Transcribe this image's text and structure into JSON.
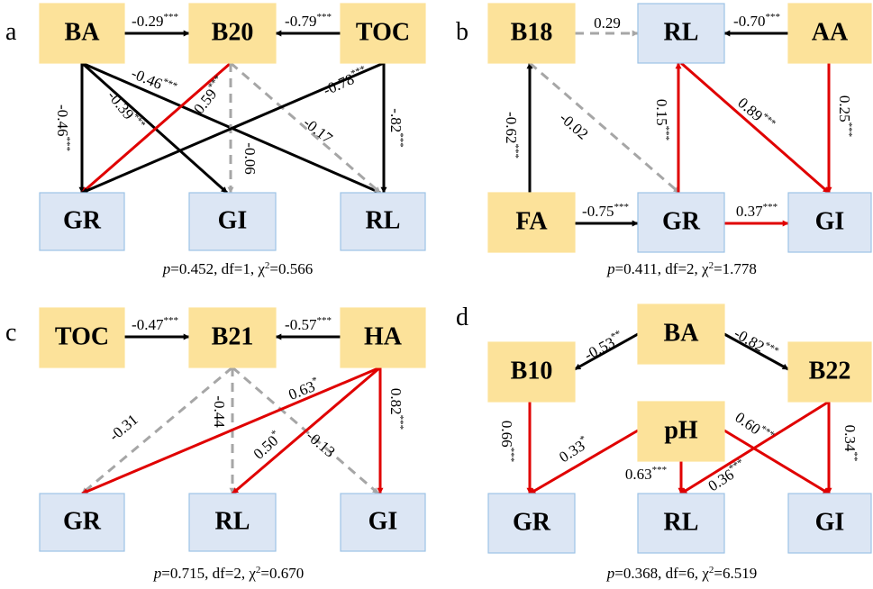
{
  "colors": {
    "predictor_fill": "#FCE29A",
    "response_fill": "#DCE6F4",
    "response_stroke": "#9DC3E6",
    "path_negative": "#000000",
    "path_positive": "#E00000",
    "path_nonsig": "#A6A6A6"
  },
  "panels": {
    "a": {
      "letter": "a",
      "nodes": {
        "BA": "BA",
        "B20": "B20",
        "TOC": "TOC",
        "GR": "GR",
        "GI": "GI",
        "RL": "RL"
      },
      "paths": [
        {
          "from": "BA",
          "to": "B20",
          "coef": "-0.29",
          "sig": "***",
          "kind": "negative"
        },
        {
          "from": "TOC",
          "to": "B20",
          "coef": "-0.79",
          "sig": "***",
          "kind": "negative"
        },
        {
          "from": "BA",
          "to": "GR",
          "coef": "-0.46",
          "sig": "***",
          "kind": "negative"
        },
        {
          "from": "BA",
          "to": "GI",
          "coef": "-0.39",
          "sig": "***",
          "kind": "negative"
        },
        {
          "from": "BA",
          "to": "RL",
          "coef": "-0.46",
          "sig": "***",
          "kind": "negative"
        },
        {
          "from": "B20",
          "to": "GR",
          "coef": "0.59",
          "sig": "***",
          "kind": "positive"
        },
        {
          "from": "B20",
          "to": "GI",
          "coef": "-0.06",
          "sig": "",
          "kind": "nonsig"
        },
        {
          "from": "B20",
          "to": "RL",
          "coef": "-0.17",
          "sig": "",
          "kind": "nonsig"
        },
        {
          "from": "TOC",
          "to": "GR",
          "coef": "-0.78",
          "sig": "***",
          "kind": "negative"
        },
        {
          "from": "TOC",
          "to": "RL",
          "coef": "-.82",
          "sig": "***",
          "kind": "negative"
        }
      ],
      "fit": {
        "p": "0.452",
        "df": "1",
        "chi2": "0.566"
      }
    },
    "b": {
      "letter": "b",
      "nodes": {
        "B18": "B18",
        "RL": "RL",
        "AA": "AA",
        "FA": "FA",
        "GR": "GR",
        "GI": "GI"
      },
      "paths": [
        {
          "from": "B18",
          "to": "RL",
          "coef": "0.29",
          "sig": "",
          "kind": "nonsig"
        },
        {
          "from": "AA",
          "to": "RL",
          "coef": "-0.70",
          "sig": "***",
          "kind": "negative"
        },
        {
          "from": "FA",
          "to": "B18",
          "coef": "-0.62",
          "sig": "***",
          "kind": "negative"
        },
        {
          "from": "B18",
          "to": "GR",
          "coef": "-0.02",
          "sig": "",
          "kind": "nonsig"
        },
        {
          "from": "GR",
          "to": "RL",
          "coef": "0.15",
          "sig": "***",
          "kind": "positive"
        },
        {
          "from": "RL",
          "to": "GI",
          "coef": "0.89",
          "sig": "***",
          "kind": "positive"
        },
        {
          "from": "AA",
          "to": "GI",
          "coef": "0.25",
          "sig": "***",
          "kind": "positive"
        },
        {
          "from": "FA",
          "to": "GR",
          "coef": "-0.75",
          "sig": "***",
          "kind": "negative"
        },
        {
          "from": "GR",
          "to": "GI",
          "coef": "0.37",
          "sig": "***",
          "kind": "positive"
        }
      ],
      "fit": {
        "p": "0.411",
        "df": "2",
        "chi2": "1.778"
      }
    },
    "c": {
      "letter": "c",
      "nodes": {
        "TOC": "TOC",
        "B21": "B21",
        "HA": "HA",
        "GR": "GR",
        "RL": "RL",
        "GI": "GI"
      },
      "paths": [
        {
          "from": "TOC",
          "to": "B21",
          "coef": "-0.47",
          "sig": "***",
          "kind": "negative"
        },
        {
          "from": "HA",
          "to": "B21",
          "coef": "-0.57",
          "sig": "***",
          "kind": "negative"
        },
        {
          "from": "B21",
          "to": "GR",
          "coef": "-0.31",
          "sig": "",
          "kind": "nonsig"
        },
        {
          "from": "B21",
          "to": "RL",
          "coef": "-0.44",
          "sig": "",
          "kind": "nonsig"
        },
        {
          "from": "B21",
          "to": "GI",
          "coef": "-0.13",
          "sig": "",
          "kind": "nonsig"
        },
        {
          "from": "HA",
          "to": "GR",
          "coef": "0.63",
          "sig": "*",
          "kind": "positive"
        },
        {
          "from": "HA",
          "to": "RL",
          "coef": "0.50",
          "sig": "*",
          "kind": "positive"
        },
        {
          "from": "HA",
          "to": "GI",
          "coef": "0.82",
          "sig": "***",
          "kind": "positive"
        }
      ],
      "fit": {
        "p": "0.715",
        "df": "2",
        "chi2": "0.670"
      }
    },
    "d": {
      "letter": "d",
      "nodes": {
        "BA": "BA",
        "B10": "B10",
        "B22": "B22",
        "pH": "pH",
        "GR": "GR",
        "RL": "RL",
        "GI": "GI"
      },
      "paths": [
        {
          "from": "BA",
          "to": "B10",
          "coef": "-0.53",
          "sig": "**",
          "kind": "negative"
        },
        {
          "from": "BA",
          "to": "B22",
          "coef": "-0.82",
          "sig": "***",
          "kind": "negative"
        },
        {
          "from": "B10",
          "to": "GR",
          "coef": "0.66",
          "sig": "***",
          "kind": "positive"
        },
        {
          "from": "pH",
          "to": "GR",
          "coef": "0.33",
          "sig": "*",
          "kind": "positive"
        },
        {
          "from": "pH",
          "to": "RL",
          "coef": "0.63",
          "sig": "***",
          "kind": "positive"
        },
        {
          "from": "pH",
          "to": "GI",
          "coef": "0.60",
          "sig": "***",
          "kind": "positive"
        },
        {
          "from": "B22",
          "to": "RL",
          "coef": "0.36",
          "sig": "***",
          "kind": "positive"
        },
        {
          "from": "B22",
          "to": "GI",
          "coef": "0.34",
          "sig": "**",
          "kind": "positive"
        }
      ],
      "fit": {
        "p": "0.368",
        "df": "6",
        "chi2": "6.519"
      }
    }
  }
}
